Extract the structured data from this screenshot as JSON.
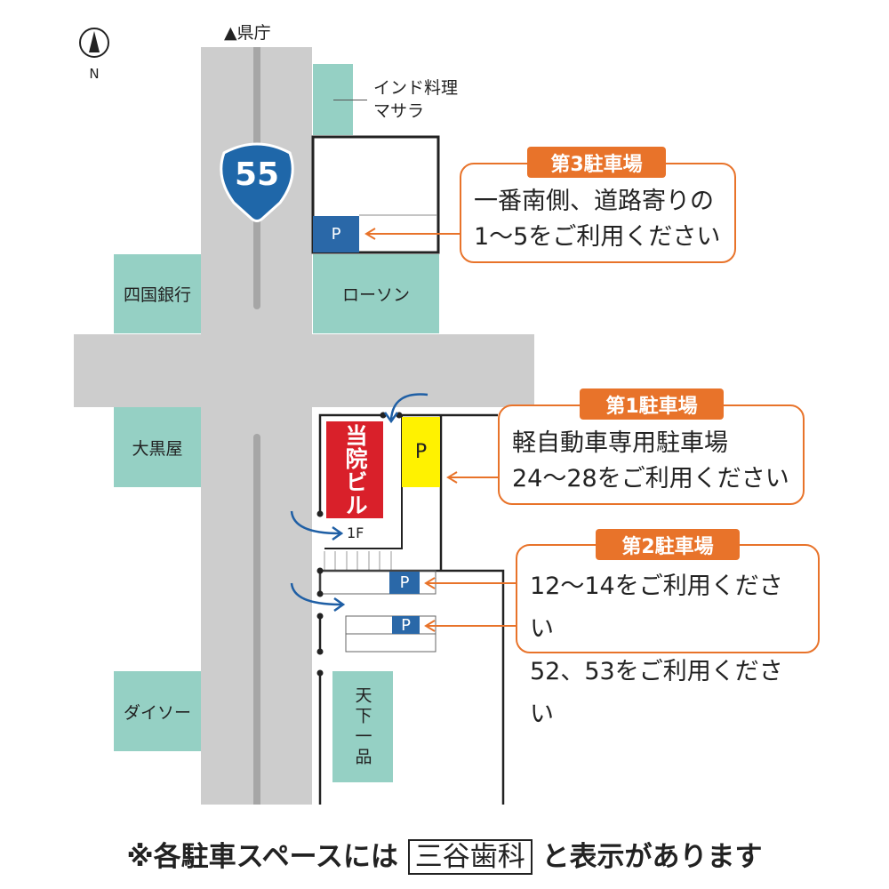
{
  "compass": {
    "label": "N"
  },
  "road": {
    "north_label": "▲県庁",
    "route_number": "55"
  },
  "landmarks": {
    "indian": "インド料理\nマサラ",
    "shikoku_bank": "四国銀行",
    "lawson": "ローソン",
    "daikokuya": "大黒屋",
    "daiso": "ダイソー",
    "tenkaippin": "天下一品"
  },
  "building": {
    "name": "当院ビル",
    "floor": "1F"
  },
  "parking_symbol": "P",
  "lot3": {
    "title": "第3駐車場",
    "line1": "一番南側、道路寄りの",
    "line2": "1〜5をご利用ください"
  },
  "lot1": {
    "title": "第1駐車場",
    "line1": "軽自動車専用駐車場",
    "line2": "24〜28をご利用ください"
  },
  "lot2": {
    "title": "第2駐車場",
    "line1": "12〜14をご利用ください",
    "line2": "52、53をご利用ください"
  },
  "footer": {
    "prefix": "※各駐車スペースには",
    "boxed": "三谷歯科",
    "suffix": "と表示があります"
  },
  "colors": {
    "orange": "#e8732a",
    "blue": "#2a68a8",
    "teal": "#95d0c4",
    "red": "#d9202a",
    "yellow": "#fff200"
  }
}
